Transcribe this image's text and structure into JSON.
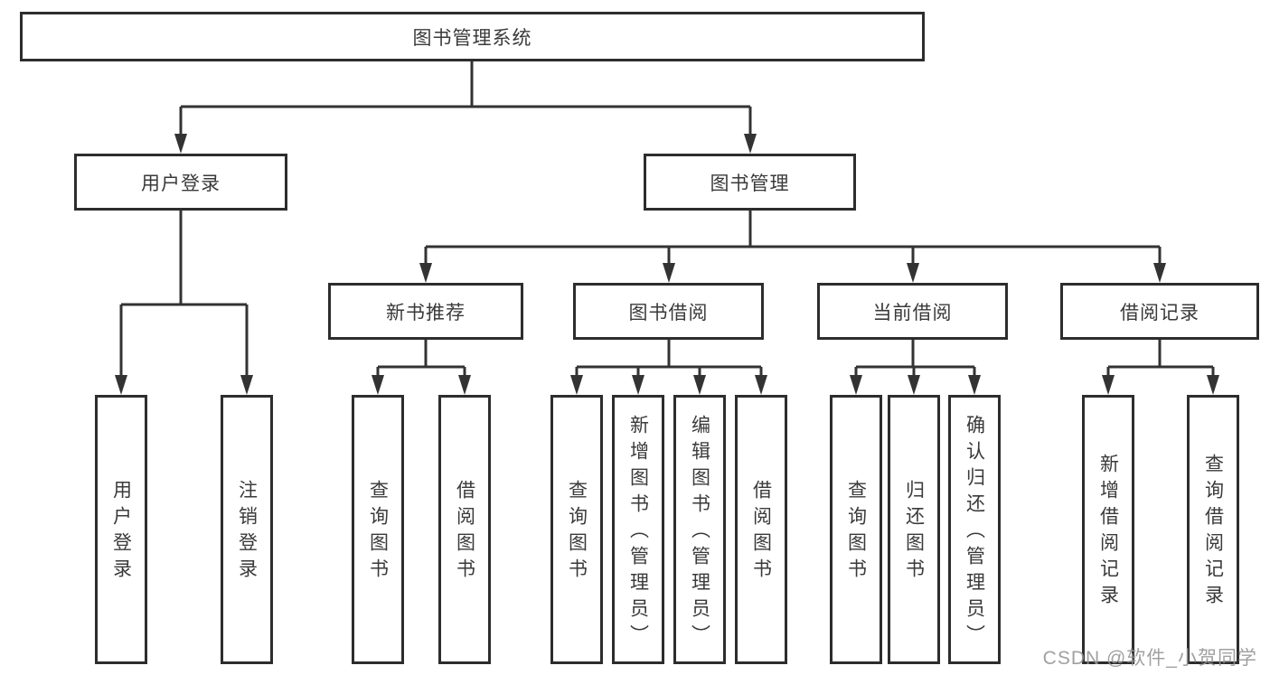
{
  "tree": {
    "label": "图书管理系统",
    "children": [
      {
        "label": "用户登录",
        "children": [
          {
            "label": "用户登录"
          },
          {
            "label": "注销登录"
          }
        ]
      },
      {
        "label": "图书管理",
        "children": [
          {
            "label": "新书推荐",
            "children": [
              {
                "label": "查询图书"
              },
              {
                "label": "借阅图书"
              }
            ]
          },
          {
            "label": "图书借阅",
            "children": [
              {
                "label": "查询图书"
              },
              {
                "label": "新增图书（管理员）"
              },
              {
                "label": "编辑图书（管理员）"
              },
              {
                "label": "借阅图书"
              }
            ]
          },
          {
            "label": "当前借阅",
            "children": [
              {
                "label": "查询图书"
              },
              {
                "label": "归还图书"
              },
              {
                "label": "确认归还（管理员）"
              }
            ]
          },
          {
            "label": "借阅记录",
            "children": [
              {
                "label": "新增借阅记录"
              },
              {
                "label": "查询借阅记录"
              }
            ]
          }
        ]
      }
    ]
  },
  "watermark": "CSDN @软件_小贺同学",
  "colors": {
    "line": "#333333",
    "box_border": "#2d2d2d",
    "text": "#3a3a3a",
    "watermark": "#969696",
    "background": "#ffffff"
  }
}
